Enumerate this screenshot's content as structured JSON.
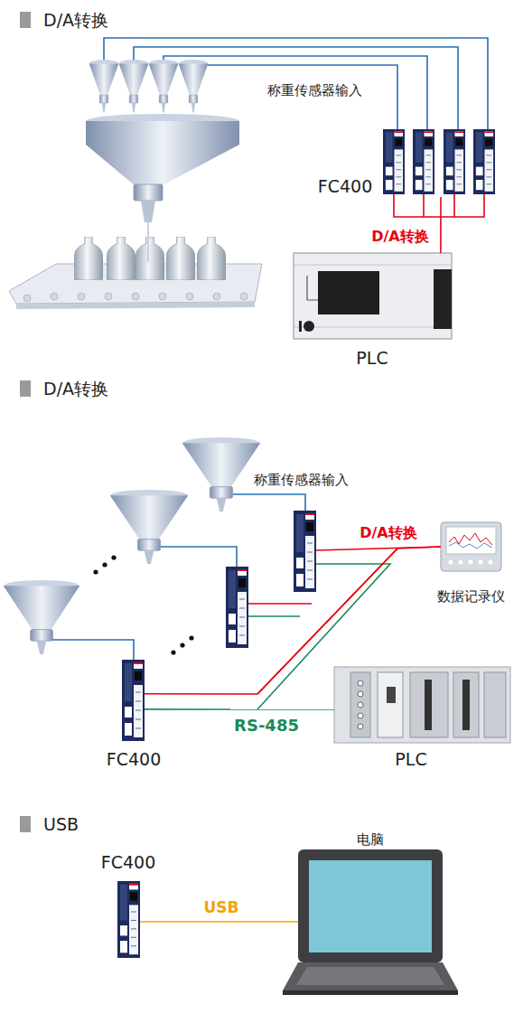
{
  "diagram": {
    "nodes": [
      {
        "text": [
          "FC400"
        ]
      },
      {
        "text": [
          "PLC"
        ]
      },
      {
        "text": [
          "数据记录仪"
        ]
      },
      {
        "text": [
          "FC400"
        ]
      },
      {
        "text": [
          "PLC"
        ]
      },
      {
        "text": [
          "FC400"
        ]
      },
      {
        "text": [
          "电脑"
        ]
      }
    ],
    "edges": [
      {
        "from": 0,
        "to": 1,
        "arrow": "none",
        "label": "D/A转换"
      },
      {
        "from": 3,
        "to": 2,
        "arrow": "none",
        "label": "D/A转换"
      },
      {
        "from": 3,
        "to": 4,
        "arrow": "none",
        "label": "RS-485"
      },
      {
        "from": 5,
        "to": 6,
        "arrow": "none",
        "label": "USB"
      }
    ],
    "labels": [
      "D/A转换",
      "称重传感器输入",
      "D/A转换",
      "称重传感器输入",
      "USB"
    ]
  }
}
